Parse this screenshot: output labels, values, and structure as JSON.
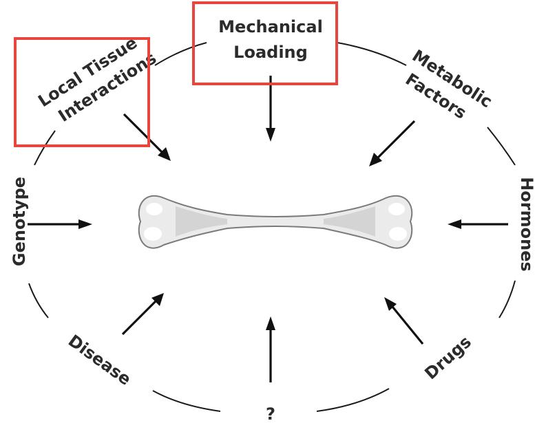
{
  "factors": {
    "mechanical_loading": {
      "line1": "Mechanical",
      "line2": "Loading"
    },
    "local_tissue": {
      "line1": "Local Tissue",
      "line2": "Interactions"
    },
    "metabolic": {
      "line1": "Metabolic",
      "line2": "Factors"
    },
    "genotype": "Genotype",
    "hormones": "Hormones",
    "disease": "Disease",
    "drugs": "Drugs",
    "unknown": "?"
  },
  "highlights": [
    "mechanical_loading",
    "local_tissue"
  ],
  "colors": {
    "highlight": "#e8453c",
    "text": "#2b2b2b",
    "bone_fill": "#ebebeb",
    "bone_shade": "#d4d4d4",
    "bone_outline": "#7a7a7a"
  },
  "icons": {
    "center": "bone-icon"
  }
}
